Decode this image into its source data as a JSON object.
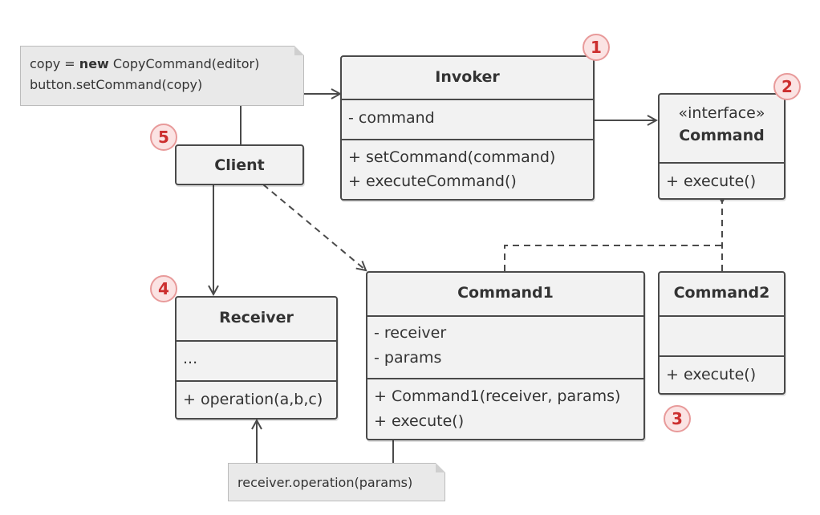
{
  "client_note": {
    "line1_prefix": "copy = ",
    "line1_keyword": "new",
    "line1_suffix": " CopyCommand(editor)",
    "line2": "button.setCommand(copy)"
  },
  "receiver_note": {
    "text": "receiver.operation(params)"
  },
  "invoker": {
    "title": "Invoker",
    "fields": [
      "- command"
    ],
    "methods": [
      "+ setCommand(command)",
      "+ executeCommand()"
    ]
  },
  "command_interface": {
    "stereotype": "«interface»",
    "title": "Command",
    "methods": [
      "+ execute()"
    ]
  },
  "client": {
    "title": "Client"
  },
  "receiver": {
    "title": "Receiver",
    "fields": [
      "..."
    ],
    "methods": [
      "+ operation(a,b,c)"
    ]
  },
  "command1": {
    "title": "Command1",
    "fields": [
      "- receiver",
      "- params"
    ],
    "methods": [
      "+ Command1(receiver, params)",
      "+ execute()"
    ]
  },
  "command2": {
    "title": "Command2",
    "methods": [
      "+ execute()"
    ]
  },
  "badges": {
    "invoker": "1",
    "command": "2",
    "concrete": "3",
    "receiver": "4",
    "client": "5"
  },
  "colors": {
    "line": "#4a4a4a",
    "box_fill": "#f2f2f2",
    "note_fill": "#e9e9e9",
    "badge_text": "#cc2e2e",
    "badge_fill": "#fbe3e3"
  }
}
